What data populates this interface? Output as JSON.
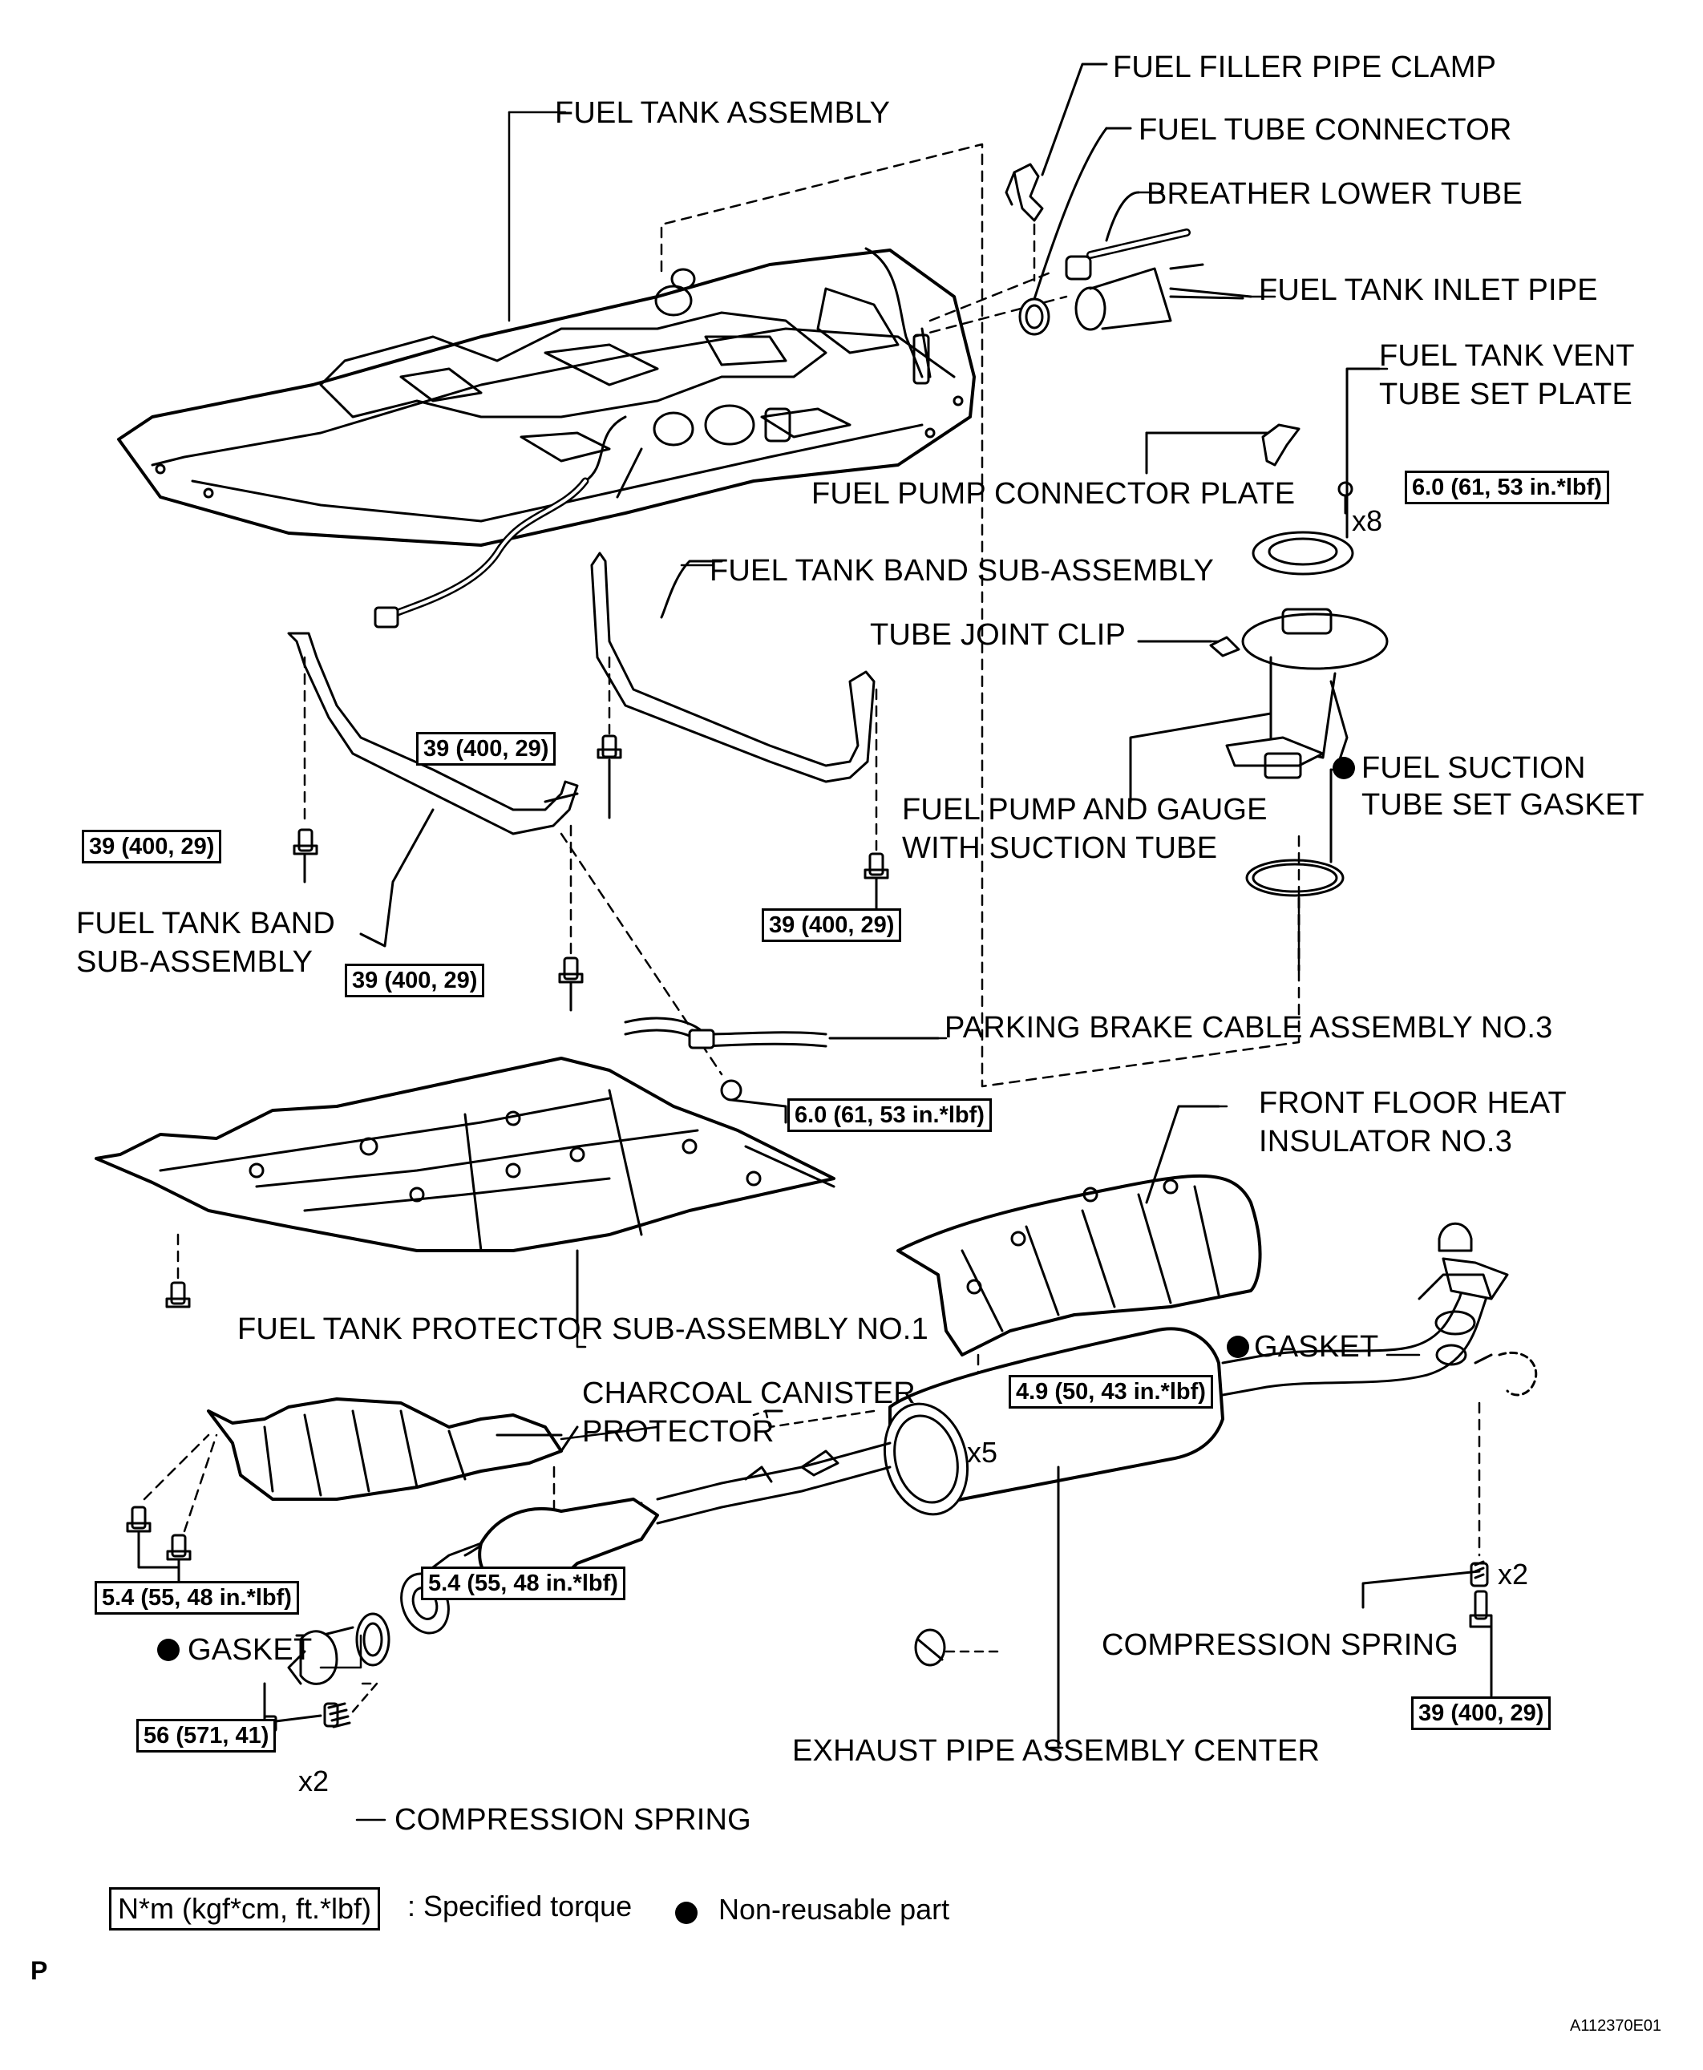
{
  "labels": {
    "fuel_filler_pipe_clamp": "FUEL FILLER PIPE CLAMP",
    "fuel_tank_assembly": "FUEL TANK ASSEMBLY",
    "fuel_tube_connector": "FUEL TUBE CONNECTOR",
    "breather_lower_tube": "BREATHER LOWER TUBE",
    "fuel_tank_inlet_pipe": "FUEL TANK INLET PIPE",
    "fuel_tank_vent_tube_set_plate_1": "FUEL TANK VENT",
    "fuel_tank_vent_tube_set_plate_2": "TUBE SET PLATE",
    "fuel_pump_connector_plate": "FUEL PUMP CONNECTOR PLATE",
    "fuel_tank_band_sub_assembly_upper": "FUEL TANK BAND SUB-ASSEMBLY",
    "tube_joint_clip": "TUBE JOINT CLIP",
    "fuel_suction_tube_set_gasket_1": "FUEL SUCTION",
    "fuel_suction_tube_set_gasket_2": "TUBE SET GASKET",
    "fuel_pump_and_gauge_1": "FUEL PUMP AND GAUGE",
    "fuel_pump_and_gauge_2": "WITH SUCTION TUBE",
    "fuel_tank_band_sub_assembly_lower_1": "FUEL TANK BAND",
    "fuel_tank_band_sub_assembly_lower_2": "SUB-ASSEMBLY",
    "parking_brake_cable": "PARKING BRAKE CABLE ASSEMBLY NO.3",
    "front_floor_heat_insulator_1": "FRONT FLOOR HEAT",
    "front_floor_heat_insulator_2": "INSULATOR NO.3",
    "fuel_tank_protector": "FUEL TANK PROTECTOR SUB-ASSEMBLY NO.1",
    "gasket_right": "GASKET",
    "charcoal_canister_protector_1": "CHARCOAL CANISTER",
    "charcoal_canister_protector_2": "PROTECTOR",
    "compression_spring_right": "COMPRESSION SPRING",
    "gasket_left": "GASKET",
    "exhaust_pipe_assembly_center": "EXHAUST PIPE ASSEMBLY CENTER",
    "compression_spring_left": "COMPRESSION SPRING"
  },
  "torques": {
    "vent_plate": "6.0 (61, 53 in.*lbf)",
    "band_upper_bolt": "39 (400, 29)",
    "band_left_bolt": "39 (400, 29)",
    "band_right_bolt": "39 (400, 29)",
    "band_lower_bolt": "39 (400, 29)",
    "parking_cable_nut": "6.0 (61, 53 in.*lbf)",
    "heat_insulator_nut": "4.9 (50, 43 in.*lbf)",
    "canister_left": "5.4 (55, 48 in.*lbf)",
    "canister_right": "5.4 (55, 48 in.*lbf)",
    "front_pipe_bolt": "56 (571, 41)",
    "rear_pipe_bolt": "39 (400, 29)"
  },
  "quantities": {
    "vent_plate_bolts": "x8",
    "heat_insulator_nuts": "x5",
    "rear_springs": "x2",
    "front_springs": "x2"
  },
  "legend": {
    "key": "N*m (kgf*cm, ft.*lbf)",
    "torque_text": ": Specified torque",
    "nonreusable_text": "Non-reusable part"
  },
  "page_letter": "P",
  "figure_id": "A112370E01"
}
